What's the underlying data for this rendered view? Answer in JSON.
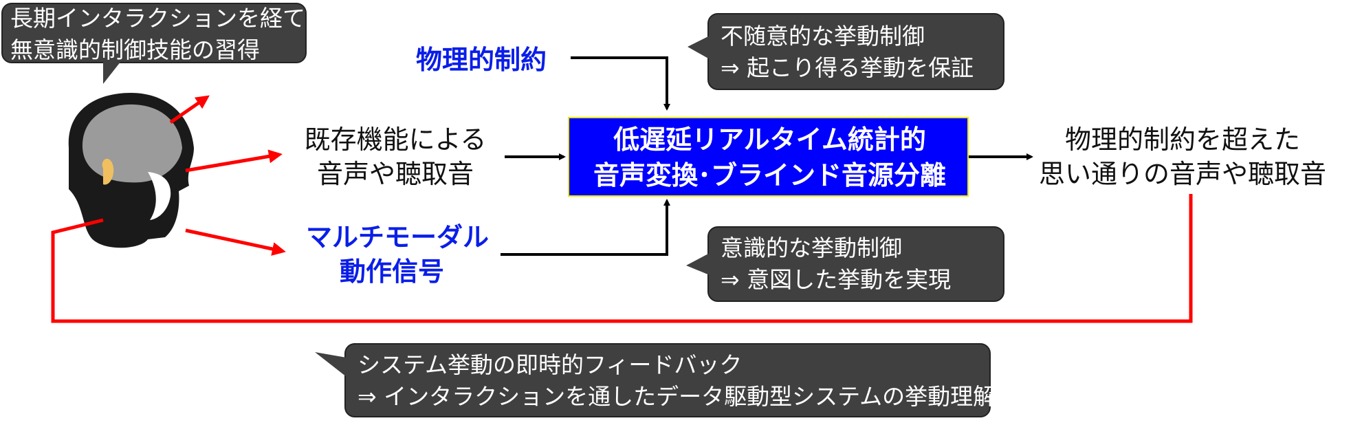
{
  "callouts": {
    "top_left": {
      "line1": "長期インタラクションを経て",
      "line2": "無意識的制御技能の習得"
    },
    "top_right": {
      "line1": "不随意的な挙動制御",
      "line2": "⇒ 起こり得る挙動を保証"
    },
    "mid_right": {
      "line1": "意識的な挙動制御",
      "line2": "⇒ 意図した挙動を実現"
    },
    "bottom": {
      "line1": "システム挙動の即時的フィードバック",
      "line2": "⇒ インタラクションを通したデータ駆動型システムの挙動理解"
    }
  },
  "labels": {
    "physical_constraint": "物理的制約",
    "existing_func_line1": "既存機能による",
    "existing_func_line2": "音声や聴取音",
    "multimodal_line1": "マルチモーダル",
    "multimodal_line2": "動作信号",
    "output_line1": "物理的制約を超えた",
    "output_line2": "思い通りの音声や聴取音"
  },
  "center_box": {
    "line1": "低遅延リアルタイム統計的",
    "line2": "音声変換･ブラインド音源分離"
  },
  "colors": {
    "blue_text": "#0a1ee8",
    "center_fill": "#0000ff",
    "center_border": "#e8e800",
    "feedback_red": "#ff0000",
    "callout_fill": "#404040"
  },
  "icons": [
    "head-profile-icon"
  ]
}
